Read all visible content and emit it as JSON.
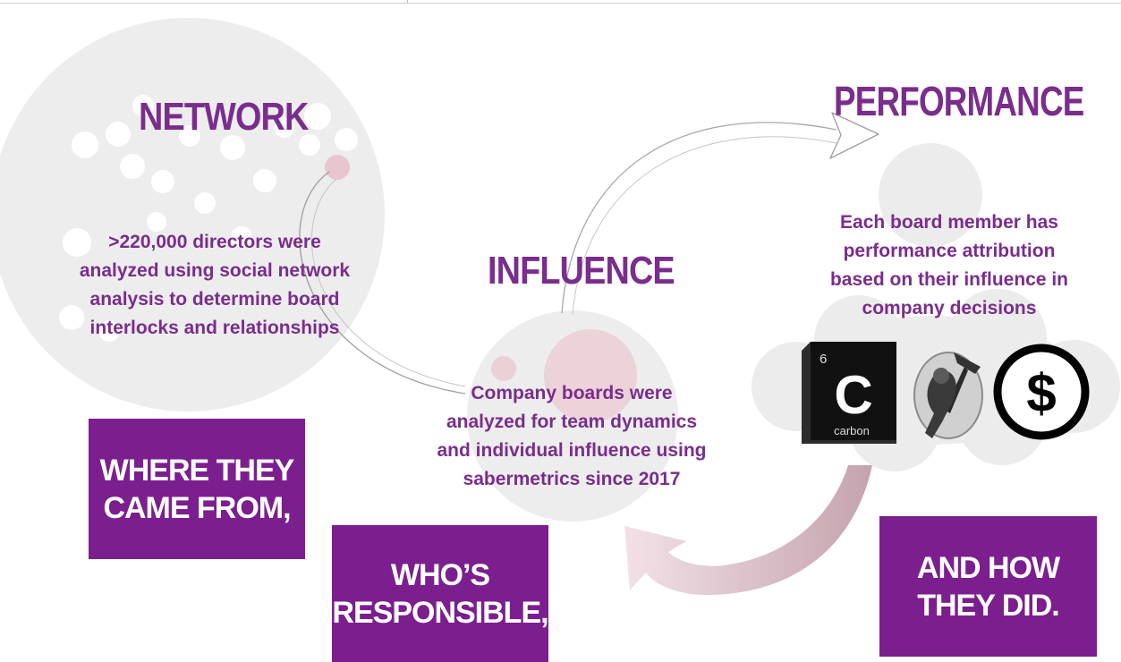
{
  "network": {
    "heading": "NETWORK",
    "description": ">220,000 directors were analyzed using social network analysis to determine board interlocks and relationships"
  },
  "influence": {
    "heading": "INFLUENCE",
    "description": "Company boards were analyzed for team dynamics and individual influence using sabermetrics since 2017"
  },
  "performance": {
    "heading": "PERFORMANCE",
    "description": "Each board member has performance attribution based on their influence in company decisions"
  },
  "boxes": {
    "where_line1": "WHERE THEY",
    "where_line2": "CAME FROM,",
    "who_line1": "WHO’S",
    "who_line2": "RESPONSIBLE,",
    "how_line1": "AND HOW",
    "how_line2": "THEY DID."
  },
  "logos": {
    "carbon_number": "6",
    "carbon_symbol": "C",
    "carbon_name": "carbon",
    "dollar_symbol": "$"
  },
  "colors": {
    "accent": "#7b1f8e",
    "text": "#7a2d8c",
    "circle": "#ededed",
    "pink": "#e9c7d1"
  }
}
